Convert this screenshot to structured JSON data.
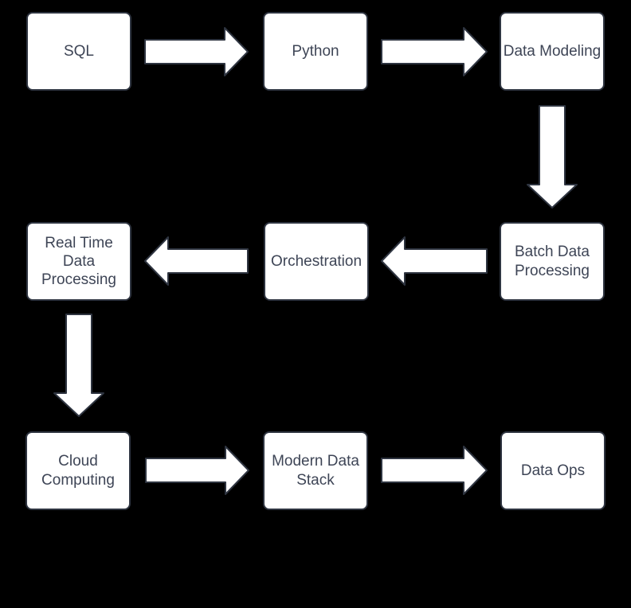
{
  "colors": {
    "background": "#000000",
    "box_fill": "#ffffff",
    "box_border": "#2e3440",
    "text": "#3e4556",
    "arrow_fill": "#ffffff",
    "arrow_stroke": "#2e3440"
  },
  "diagram": {
    "type": "flowchart",
    "nodes": {
      "sql": {
        "label": "SQL"
      },
      "python": {
        "label": "Python"
      },
      "data_modeling": {
        "label": "Data Modeling"
      },
      "batch_data_processing": {
        "label": "Batch Data Processing"
      },
      "orchestration": {
        "label": "Orchestration"
      },
      "real_time_data_processing": {
        "label": "Real Time Data Processing"
      },
      "cloud_computing": {
        "label": "Cloud Computing"
      },
      "modern_data_stack": {
        "label": "Modern Data Stack"
      },
      "data_ops": {
        "label": "Data Ops"
      }
    },
    "edges": [
      {
        "from": "SQL",
        "to": "Python",
        "direction": "right"
      },
      {
        "from": "Python",
        "to": "Data Modeling",
        "direction": "right"
      },
      {
        "from": "Data Modeling",
        "to": "Batch Data Processing",
        "direction": "down"
      },
      {
        "from": "Batch Data Processing",
        "to": "Orchestration",
        "direction": "left"
      },
      {
        "from": "Orchestration",
        "to": "Real Time Data Processing",
        "direction": "left"
      },
      {
        "from": "Real Time Data Processing",
        "to": "Cloud Computing",
        "direction": "down"
      },
      {
        "from": "Cloud Computing",
        "to": "Modern Data Stack",
        "direction": "right"
      },
      {
        "from": "Modern Data Stack",
        "to": "Data Ops",
        "direction": "right"
      }
    ]
  }
}
